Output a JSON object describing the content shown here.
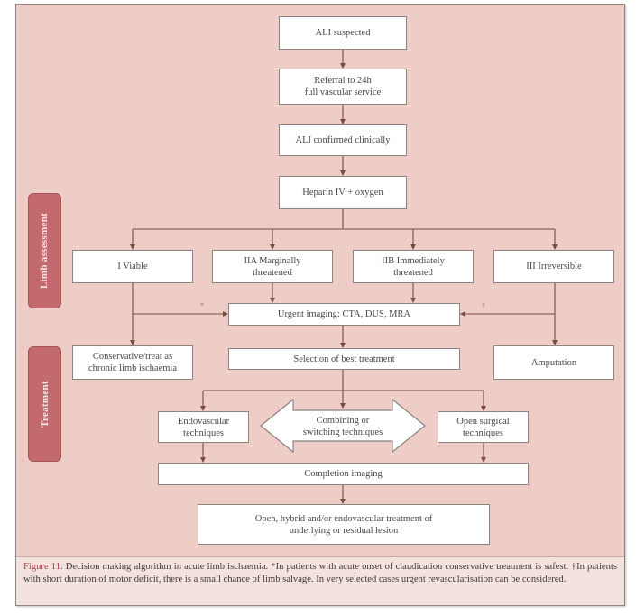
{
  "sections": {
    "limb_assessment": "Limb assessment",
    "treatment": "Treatment"
  },
  "nodes": {
    "ali_suspected": "ALI suspected",
    "referral": "Referral to 24h\nfull vascular service",
    "ali_confirmed": "ALI confirmed clinically",
    "heparin": "Heparin IV  +  oxygen",
    "viable": "I Viable",
    "marginally": "IIA Marginally\nthreatened",
    "immediately": "IIB Immediately\nthreatened",
    "irreversible": "III Irreversible",
    "urgent_imaging": "Urgent imaging: CTA, DUS, MRA",
    "conservative": "Conservative/treat as\nchronic limb ischaemia",
    "selection": "Selection of best treatment",
    "amputation": "Amputation",
    "endovascular": "Endovascular\ntechniques",
    "combining": "Combining or\nswitching techniques",
    "open_surgical": "Open surgical\ntechniques",
    "completion": "Completion imaging",
    "final_treatment": "Open, hybrid and/or endovascular treatment of\nunderlying or residual lesion"
  },
  "footnote_marks": {
    "left": "*",
    "right": "†"
  },
  "caption": {
    "label": "Figure 11.",
    "text": " Decision making algorithm in acute limb ischaemia. *In patients with acute onset of claudication conservative treatment is safest. †In patients with short duration of motor deficit, there is a small chance of limb salvage. In very selected cases urgent revascularisation can be considered."
  },
  "colors": {
    "background": "#edcdc5",
    "caption_background": "#f4e2de",
    "section_tab": "#c26a6e",
    "connector": "#7a4a45",
    "figure_label": "#b4394b"
  }
}
